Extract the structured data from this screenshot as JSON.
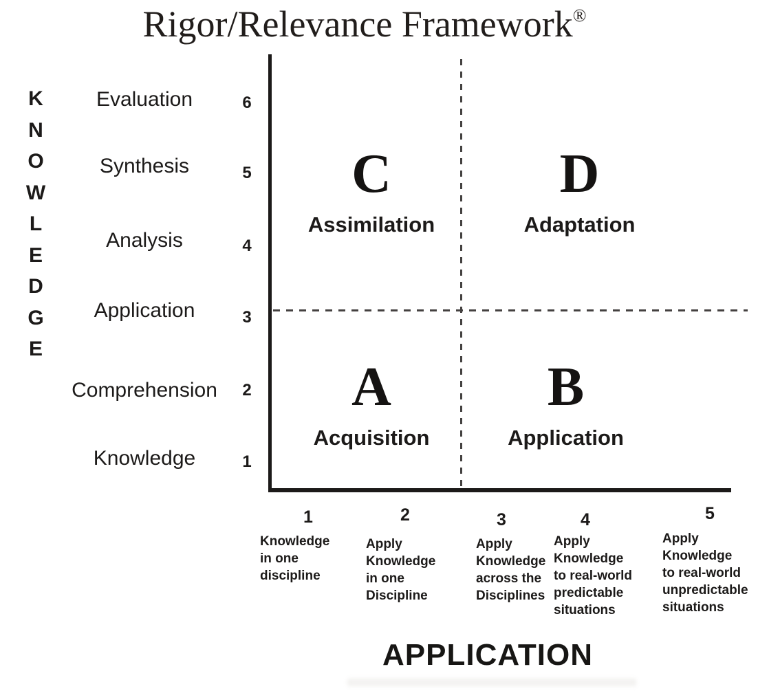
{
  "title": {
    "text": "Rigor/Relevance Framework",
    "trademark": "®"
  },
  "knowledge_axis": {
    "vertical_word": "KNOWLEDGE",
    "levels": [
      {
        "label": "Evaluation",
        "number": "6"
      },
      {
        "label": "Synthesis",
        "number": "5"
      },
      {
        "label": "Analysis",
        "number": "4"
      },
      {
        "label": "Application",
        "number": "3"
      },
      {
        "label": "Comprehension",
        "number": "2"
      },
      {
        "label": "Knowledge",
        "number": "1"
      }
    ]
  },
  "application_axis": {
    "word": "APPLICATION",
    "levels": [
      {
        "number": "1",
        "description": "Knowledge\nin one\ndiscipline"
      },
      {
        "number": "2",
        "description": "Apply\nKnowledge\nin one\nDiscipline"
      },
      {
        "number": "3",
        "description": "Apply\nKnowledge\nacross the\nDisciplines"
      },
      {
        "number": "4",
        "description": "Apply\nKnowledge\nto real-world\npredictable\nsituations"
      },
      {
        "number": "5",
        "description": "Apply\nKnowledge\nto real-world\nunpredictable\nsituations"
      }
    ]
  },
  "quadrants": [
    {
      "letter": "C",
      "name": "Assimilation",
      "position": "top-left"
    },
    {
      "letter": "D",
      "name": "Adaptation",
      "position": "top-right"
    },
    {
      "letter": "A",
      "name": "Acquisition",
      "position": "bottom-left"
    },
    {
      "letter": "B",
      "name": "Application",
      "position": "bottom-right"
    }
  ],
  "colors": {
    "ink": "#1c1a19",
    "dashed_line": "#444140",
    "background": "#ffffff"
  }
}
